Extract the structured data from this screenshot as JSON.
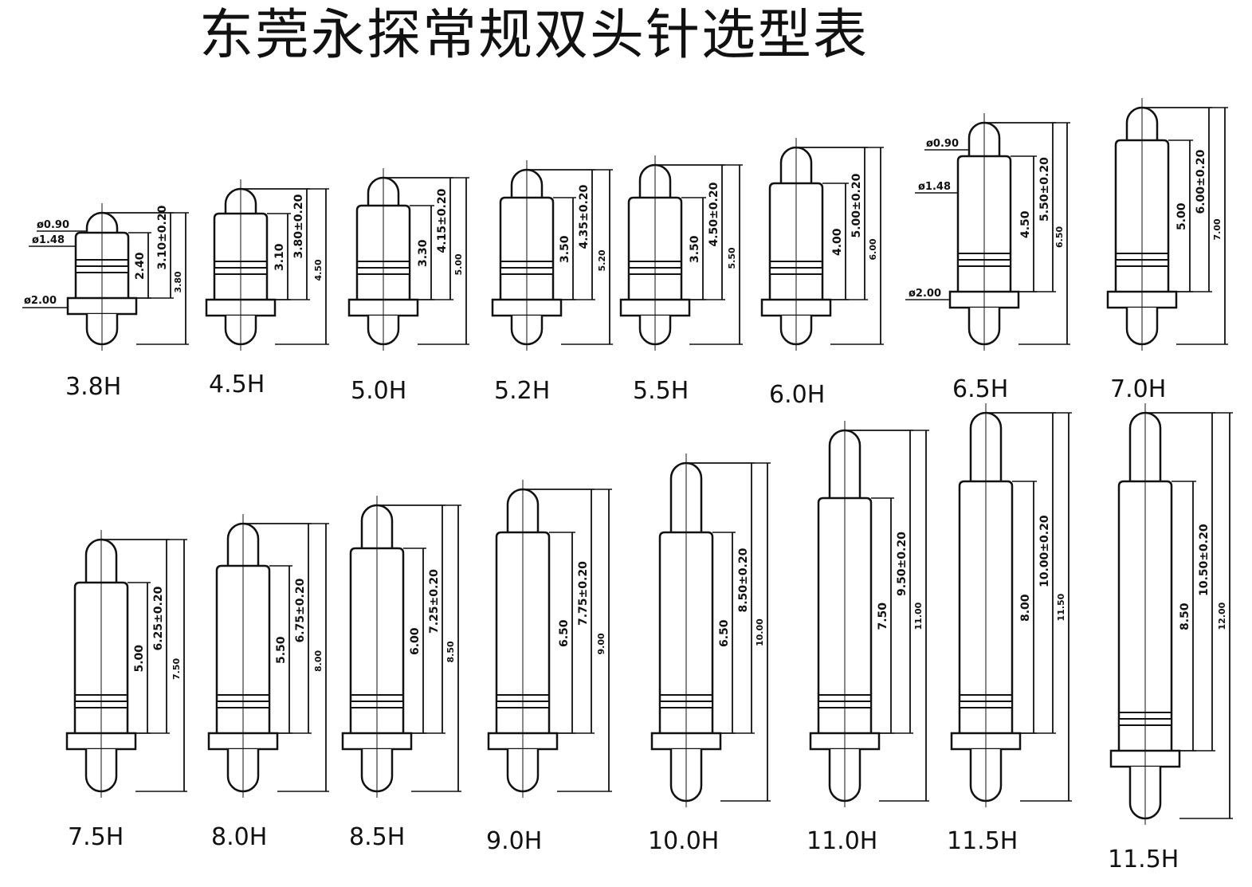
{
  "title": "东莞永探常规双头针选型表",
  "callouts": {
    "tip_dia": "ø0.90",
    "barrel_dia": "ø1.48",
    "flange_dia": "ø2.00"
  },
  "pins": [
    {
      "label": "3.8H",
      "dims": [
        "2.40",
        "3.10±0.20",
        "3.80"
      ]
    },
    {
      "label": "4.5H",
      "dims": [
        "3.10",
        "3.80±0.20",
        "4.50"
      ]
    },
    {
      "label": "5.0H",
      "dims": [
        "3.30",
        "4.15±0.20",
        "5.00"
      ]
    },
    {
      "label": "5.2H",
      "dims": [
        "3.50",
        "4.35±0.20",
        "5.20"
      ]
    },
    {
      "label": "5.5H",
      "dims": [
        "3.50",
        "4.50±0.20",
        "5.50"
      ]
    },
    {
      "label": "6.0H",
      "dims": [
        "4.00",
        "5.00±0.20",
        "6.00"
      ]
    },
    {
      "label": "6.5H",
      "dims": [
        "4.50",
        "5.50±0.20",
        "6.50"
      ]
    },
    {
      "label": "7.0H",
      "dims": [
        "5.00",
        "6.00±0.20",
        "7.00"
      ]
    },
    {
      "label": "7.5H",
      "dims": [
        "5.00",
        "6.25±0.20",
        "7.50"
      ]
    },
    {
      "label": "8.0H",
      "dims": [
        "5.50",
        "6.75±0.20",
        "8.00"
      ]
    },
    {
      "label": "8.5H",
      "dims": [
        "6.00",
        "7.25±0.20",
        "8.50"
      ]
    },
    {
      "label": "9.0H",
      "dims": [
        "6.50",
        "7.75±0.20",
        "9.00"
      ]
    },
    {
      "label": "10.0H",
      "dims": [
        "6.50",
        "8.50±0.20",
        "10.00"
      ]
    },
    {
      "label": "11.0H",
      "dims": [
        "7.50",
        "9.50±0.20",
        "11.00"
      ]
    },
    {
      "label": "11.5H",
      "dims": [
        "8.00",
        "10.00±0.20",
        "11.50"
      ]
    },
    {
      "label": "11.5H",
      "dims": [
        "8.50",
        "10.50±0.20",
        "12.00"
      ]
    }
  ]
}
